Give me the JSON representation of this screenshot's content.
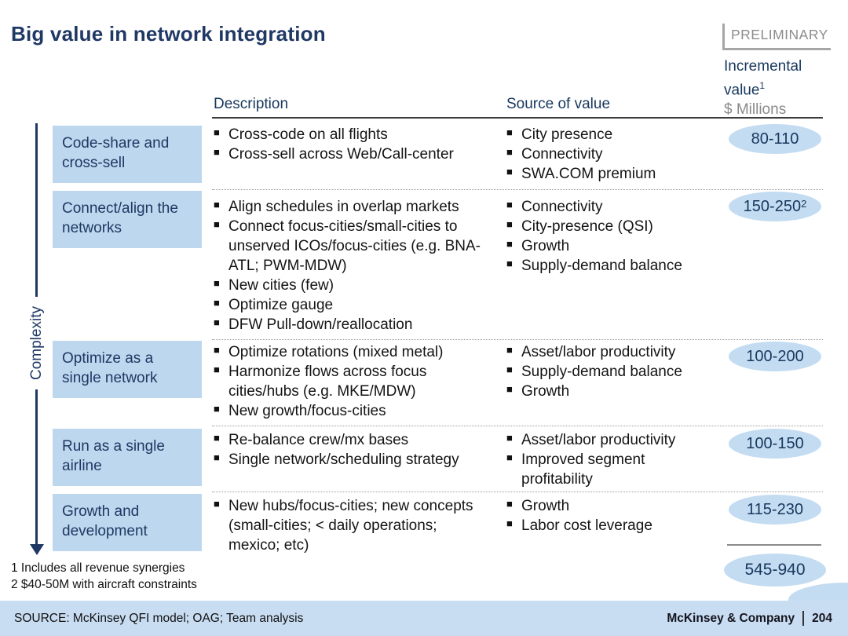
{
  "slide": {
    "title": "Big value in network integration",
    "preliminary": "PRELIMINARY"
  },
  "header": {
    "col_description": "Description",
    "col_source": "Source of value",
    "value_label": "Incremental value",
    "value_footnote_ref": "1",
    "value_unit": "$ Millions"
  },
  "axis": {
    "label": "Complexity"
  },
  "rows": [
    {
      "category": "Code-share and cross-sell",
      "description": [
        "Cross-code on all flights",
        "Cross-sell across Web/Call-center"
      ],
      "source": [
        "City presence",
        "Connectivity",
        "SWA.COM premium"
      ],
      "value": "80-110",
      "value_sup": ""
    },
    {
      "category": "Connect/align the networks",
      "description": [
        "Align schedules in overlap markets",
        "Connect focus-cities/small-cities to unserved ICOs/focus-cities (e.g. BNA-ATL; PWM-MDW)",
        "New cities (few)",
        "Optimize gauge",
        "DFW Pull-down/reallocation"
      ],
      "source": [
        "Connectivity",
        "City-presence (QSI)",
        "Growth",
        "Supply-demand balance"
      ],
      "value": "150-250",
      "value_sup": "2"
    },
    {
      "category": "Optimize as a single network",
      "description": [
        "Optimize rotations (mixed metal)",
        "Harmonize flows across focus cities/hubs (e.g. MKE/MDW)",
        "New growth/focus-cities"
      ],
      "source": [
        "Asset/labor productivity",
        "Supply-demand balance",
        "Growth"
      ],
      "value": "100-200",
      "value_sup": ""
    },
    {
      "category": "Run as a single airline",
      "description": [
        "Re-balance crew/mx bases",
        "Single network/scheduling strategy"
      ],
      "source": [
        "Asset/labor productivity",
        "Improved segment profitability"
      ],
      "value": "100-150",
      "value_sup": ""
    },
    {
      "category": "Growth and development",
      "description": [
        "New hubs/focus-cities; new concepts (small-cities; < daily operations; mexico; etc)"
      ],
      "source": [
        "Growth",
        "Labor cost leverage"
      ],
      "value": "115-230",
      "value_sup": ""
    }
  ],
  "total": {
    "value": "545-940"
  },
  "footnotes": [
    "1 Includes all revenue synergies",
    "2 $40-50M with aircraft constraints"
  ],
  "footer": {
    "source": "SOURCE: McKinsey QFI model; OAG; Team analysis",
    "brand": "McKinsey & Company",
    "page": "204"
  },
  "colors": {
    "title_navy": "#1f3864",
    "header_navy": "#17375d",
    "category_box_fill": "#bdd7ee",
    "pill_fill": "#c3dcf2",
    "footer_bar_fill": "#c9ddf2",
    "gray_label": "#8c8c8c"
  }
}
